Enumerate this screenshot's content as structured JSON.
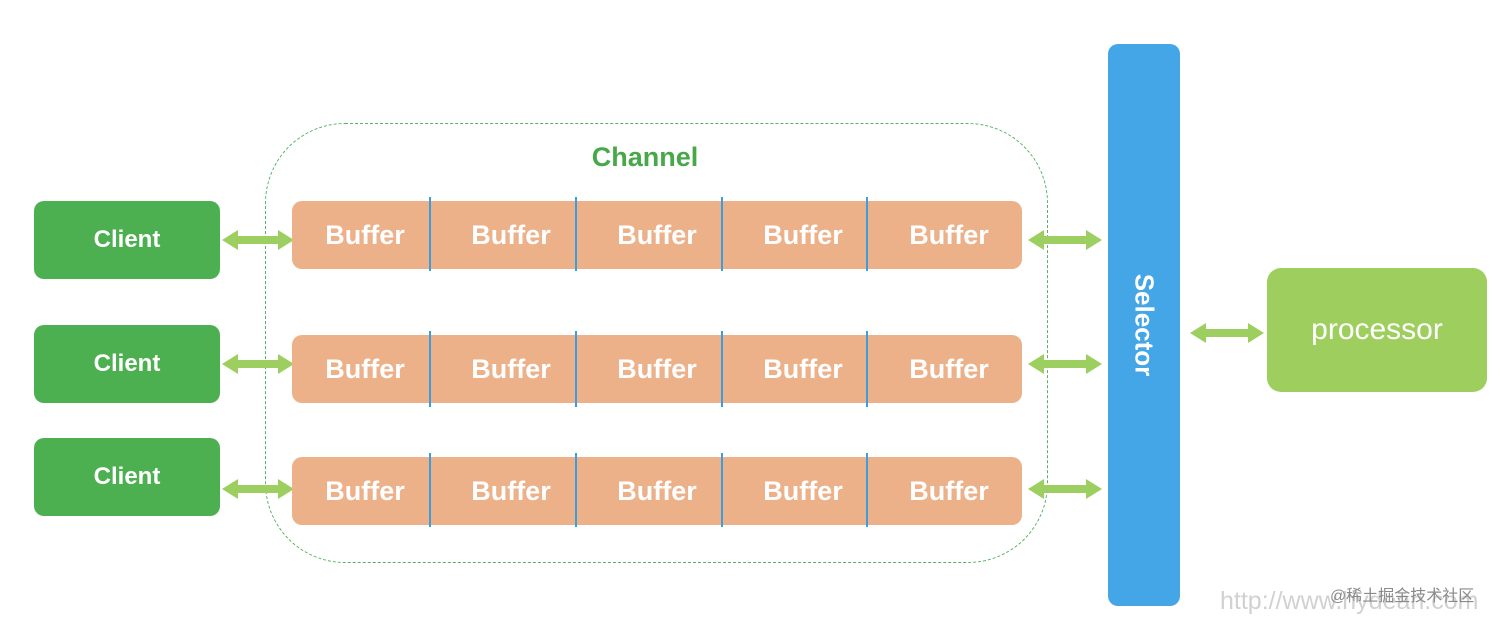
{
  "channel": {
    "label": "Channel"
  },
  "rows": [
    {
      "client_label": "Client",
      "buffers": [
        "Buffer",
        "Buffer",
        "Buffer",
        "Buffer",
        "Buffer"
      ]
    },
    {
      "client_label": "Client",
      "buffers": [
        "Buffer",
        "Buffer",
        "Buffer",
        "Buffer",
        "Buffer"
      ]
    },
    {
      "client_label": "Client",
      "buffers": [
        "Buffer",
        "Buffer",
        "Buffer",
        "Buffer",
        "Buffer"
      ]
    }
  ],
  "selector": {
    "label": "Selector"
  },
  "processor": {
    "label": "processor"
  },
  "watermark": {
    "line1": "@稀土掘金技术社区",
    "line2": "http://www.hydean.com"
  },
  "colors": {
    "client": "#4caf50",
    "buffer": "#ecb189",
    "buffer_divider": "#3a9ee0",
    "selector": "#44a6e6",
    "processor": "#9ece5e",
    "arrow": "#9ccf5f",
    "channel_border": "#55b35f",
    "channel_text": "#47a84a"
  }
}
